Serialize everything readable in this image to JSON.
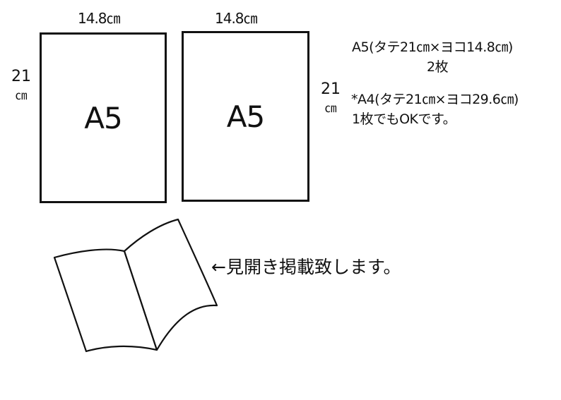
{
  "sheets": [
    {
      "label": "A5",
      "width_label": "14.8㎝",
      "height_value": "21",
      "height_unit": "㎝"
    },
    {
      "label": "A5",
      "width_label": "14.8㎝",
      "height_value": "21",
      "height_unit": "㎝"
    }
  ],
  "notes": {
    "size_line": "A5(タテ21㎝×ヨコ14.8㎝)",
    "count_line": "2枚",
    "alt_line": "*A4(タテ21㎝×ヨコ29.6㎝)",
    "alt_ok_line": "1枚でもOKです。"
  },
  "spread": {
    "caption": "←見開き掲載致します。",
    "icon": "open-booklet-icon"
  },
  "colors": {
    "ink": "#111111",
    "paper": "#ffffff"
  }
}
